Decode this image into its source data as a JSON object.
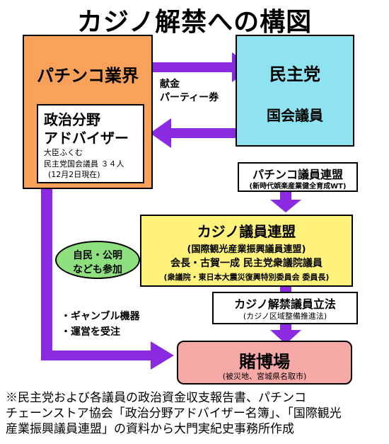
{
  "title": "カジノ解禁への構図",
  "pachinko_box": {
    "header": "パチンコ業界",
    "adviser_title_line1": "政治分野",
    "adviser_title_line2": "アドバイザー",
    "adviser_name": "大臣ふくむ",
    "adviser_members": "民主党国会議員 ３４人",
    "adviser_date": "(12月2日現在)"
  },
  "minshu_box": {
    "party": "民主党",
    "members": "国会議員"
  },
  "donation_label_line1": "献金",
  "donation_label_line2": "パーティー券",
  "pachinko_league": {
    "title": "パチンコ議員連盟",
    "subtitle": "(新時代娯楽産業健全育成WT)"
  },
  "casino_league": {
    "title": "カジノ議員連盟",
    "subtitle": "(国際観光産業振興議員連盟)",
    "chair": "会長・古賀一成 民主党衆議院議員",
    "chair_note": "(衆議院・東日本大震災復興特別委員会 委員長)"
  },
  "ldp_bubble_line1": "自民・公明",
  "ldp_bubble_line2": "なども参加",
  "legislation": {
    "title": "カジノ解禁議員立法",
    "subtitle": "(カジノ区域整備推進法)"
  },
  "orders_line1": "・ギャンブル機器",
  "orders_line2": "・運営を受注",
  "casino": {
    "title": "賭博場",
    "subtitle": "(被災地、宮城県名取市)"
  },
  "footnote_line1": "※民主党および各議員の政治資金収支報告書、パチンコ",
  "footnote_line2": "チェーンストア協会「政治分野アドバイザー名簿」、「国際観光",
  "footnote_line3": "産業振興議員連盟」の資料から大門実紀史事務所作成",
  "colors": {
    "arrow": "#8a2be2",
    "pachinko": "#f7a15a",
    "minshu": "#8fe3f0",
    "casino_league": "#fff27a",
    "casino": "#f6a9a6",
    "bubble": "#8ee07f"
  }
}
